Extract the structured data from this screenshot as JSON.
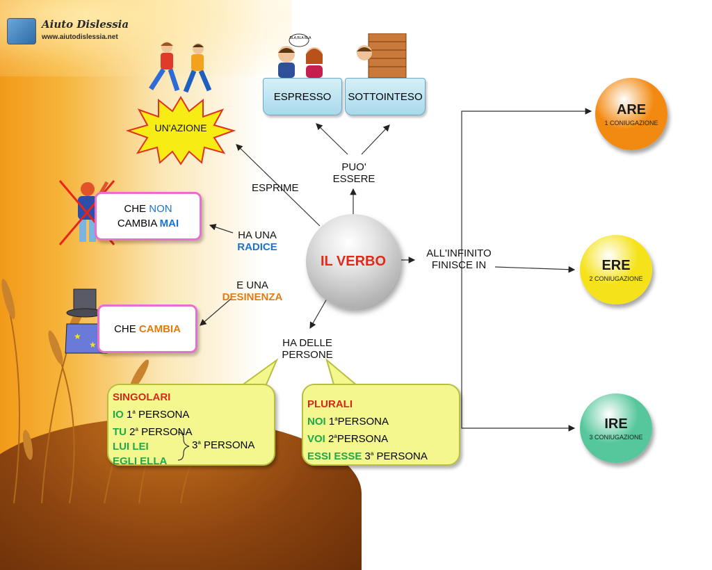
{
  "logo": {
    "title": "Aiuto Dislessia",
    "url": "www.aiutodislessia.net"
  },
  "center": {
    "label": "IL VERBO"
  },
  "action": {
    "label": "UN'AZIONE"
  },
  "scrolls": {
    "left": "ESPRESSO",
    "right": "SOTTOINTESO"
  },
  "speech_bubble_text": "BLA,BLA BLA",
  "links": {
    "esprime": "ESPRIME",
    "puo_essere": [
      "PUO'",
      "ESSERE"
    ],
    "radice_prefix": "HA UNA",
    "radice_word": "RADICE",
    "desinenza_prefix": "E UNA",
    "desinenza_word": "DESINENZA",
    "persone": [
      "HA DELLE",
      "PERSONE"
    ],
    "infinito": [
      "ALL'INFINITO",
      "FINISCE IN"
    ]
  },
  "box_radice": {
    "part1": "CHE ",
    "part2": "NON",
    "part3": "CAMBIA ",
    "part4": "MAI"
  },
  "box_desinenza": {
    "part1": "CHE ",
    "part2": "CAMBIA"
  },
  "singolari": {
    "title": "SINGOLARI",
    "rows": [
      {
        "pronoun": "IO",
        "num": "1",
        "sup": "a",
        "label": "PERSONA"
      },
      {
        "pronoun": "TU",
        "num": "2",
        "sup": "a",
        "label": "PERSONA"
      }
    ],
    "third": {
      "p1": "LUI LEI",
      "p2": "EGLI ELLA",
      "num": "3",
      "sup": "a",
      "label": "PERSONA"
    }
  },
  "plurali": {
    "title": "PLURALI",
    "rows": [
      {
        "pronoun": "NOI",
        "num": "1",
        "sup": "a",
        "label": "PERSONA"
      },
      {
        "pronoun": "VOI",
        "num": "2",
        "sup": "a",
        "label": "PERSONA"
      },
      {
        "pronoun": "ESSI ESSE",
        "num": "3",
        "sup": "a",
        "label": "PERSONA"
      }
    ]
  },
  "conjugations": [
    {
      "ending": "ARE",
      "label": "1 CONIUGAZIONE",
      "color": "#f28a12"
    },
    {
      "ending": "ERE",
      "label": "2 CONIUGAZIONE",
      "color": "#f5e21a"
    },
    {
      "ending": "IRE",
      "label": "3 CONIUGAZIONE",
      "color": "#56c79c"
    }
  ]
}
